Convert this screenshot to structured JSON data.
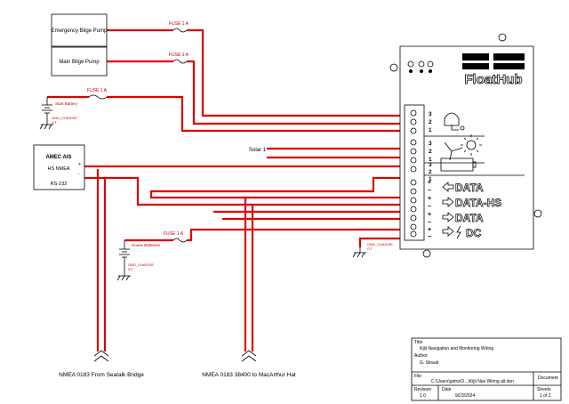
{
  "components": {
    "emergency_pump": "Emergency Bilge Pump",
    "main_pump": "Main Bilge Pump",
    "ais_title": "AMEC AIS",
    "ais_hs_nmea": "HS NMEA",
    "ais_rs232": "RS-232",
    "ais_pin_plus": "+",
    "ais_pin_minus": "-",
    "solar": "Solar 1"
  },
  "fuses": {
    "fuse1": "FUSE 1 A",
    "fuse2": "FUSE 1 A",
    "fuse3": "FUSE 1 A",
    "fuse4": "FUSE 1 A"
  },
  "batteries": {
    "start": "Start Battery",
    "house": "House Batteries"
  },
  "grounds": {
    "g1_line1": "GND_CHASSIS",
    "g1_line2": "GT",
    "g2_line1": "GND_CHASSIS",
    "g2_line2": "GT",
    "g3_line1": "GND_CHASSIS",
    "g3_line2": "GT"
  },
  "floathub": {
    "brand": "FloatHub",
    "labels": {
      "data1": "DATA",
      "data_hs": "DATA-HS",
      "data2": "DATA",
      "dc": "DC"
    },
    "pin_numbers": [
      "3",
      "2",
      "1",
      "3",
      "2",
      "1",
      "3",
      "2",
      "1"
    ],
    "signs": [
      "+",
      "−",
      "+",
      "−",
      "+",
      "−",
      "+",
      "−"
    ]
  },
  "connectors": {
    "left": "NMEA 0183 From Seatalk Bridge",
    "right": "NMEA 0183 38400 to MacArthur Hat"
  },
  "title_block": {
    "title_label": "Title",
    "title": "Kijit Navigation and Monitoring Wiring",
    "author_label": "Author",
    "author": "G. Straub",
    "file_label": "File",
    "file": "C:\\Users\\gstra\\O...\\Kijit Nav Wiring alt.dsn",
    "document_label": "Document",
    "revision_label": "Revision",
    "revision": "1.0",
    "date_label": "Date",
    "date": "9/23/2024",
    "sheets_label": "Sheets",
    "sheets": "1 of 2"
  },
  "colors": {
    "wire": "#dd0000",
    "line": "#000000"
  }
}
